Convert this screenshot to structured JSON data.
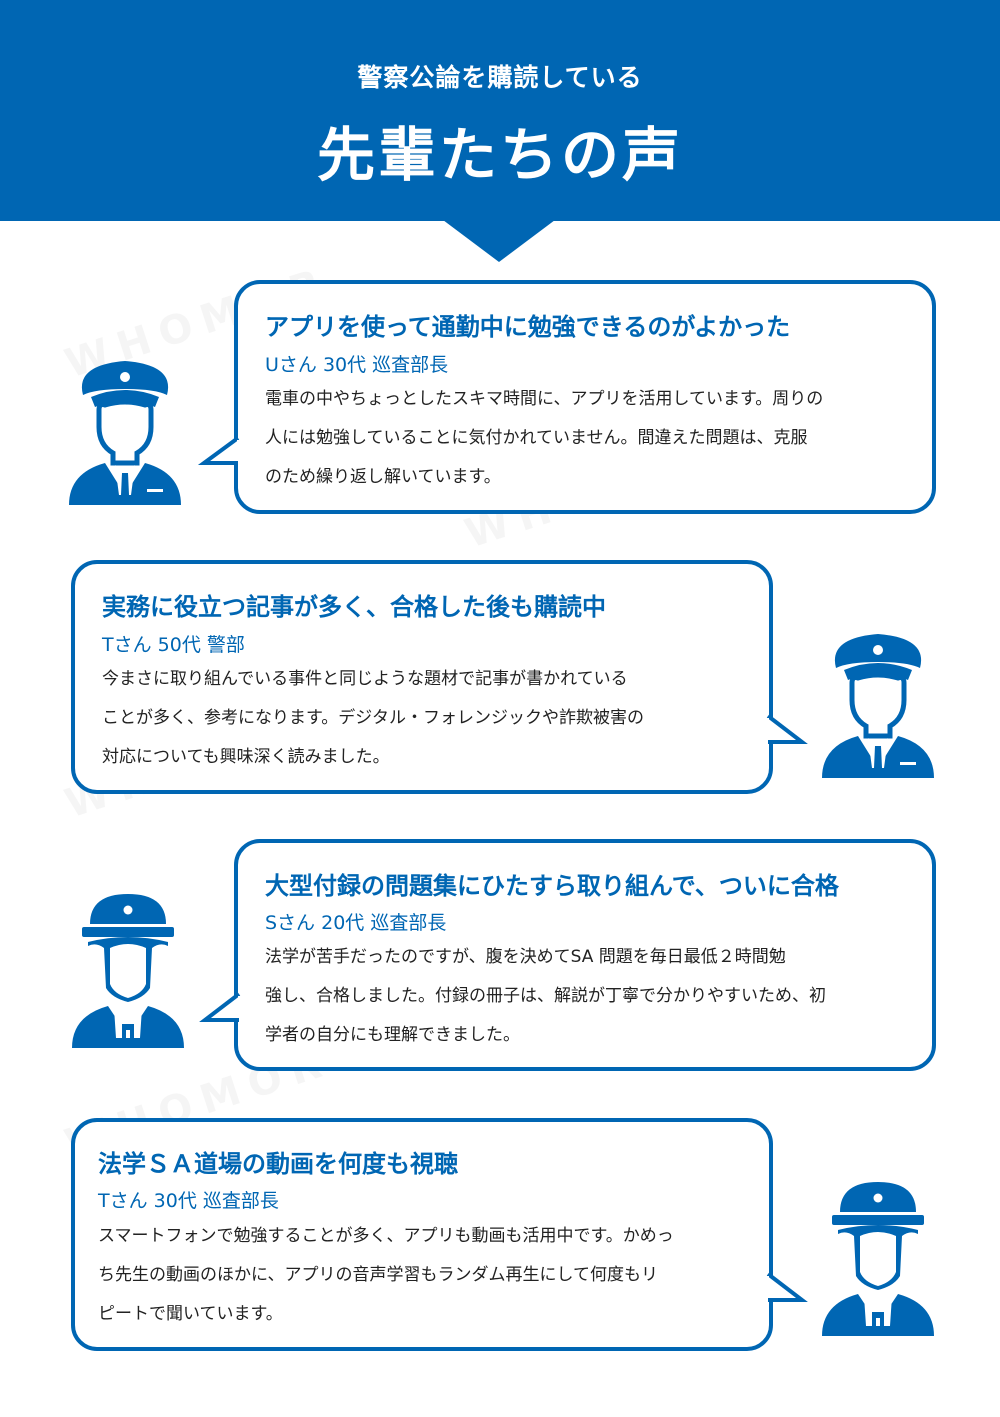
{
  "header": {
    "subtitle": "警察公論を購読している",
    "title": "先輩たちの声",
    "bg_color": "#0066b3"
  },
  "watermark_text": "WHOMOR",
  "testimonials": [
    {
      "title": "アプリを使って通勤中に勉強できるのがよかった",
      "person": "Uさん 30代 巡査部長",
      "body_lines": [
        "電車の中やちょっとしたスキマ時間に、アプリを活用しています。周りの",
        "人には勉強していることに気付かれていません。間違えた問題は、克服",
        "のため繰り返し解いています。"
      ],
      "avatar": "male-police-officer-icon",
      "avatar_side": "left"
    },
    {
      "title": "実務に役立つ記事が多く、合格した後も購読中",
      "person": "Tさん 50代 警部",
      "body_lines": [
        "今まさに取り組んでいる事件と同じような題材で記事が書かれている",
        "ことが多く、参考になります。デジタル・フォレンジックや詐欺被害の",
        "対応についても興味深く読みました。"
      ],
      "avatar": "male-police-officer-icon",
      "avatar_side": "right"
    },
    {
      "title": "大型付録の問題集にひたすら取り組んで、ついに合格",
      "person": "Sさん 20代 巡査部長",
      "body_lines": [
        "法学が苦手だったのですが、腹を決めてSA 問題を毎日最低２時間勉",
        "強し、合格しました。付録の冊子は、解説が丁寧で分かりやすいため、初",
        "学者の自分にも理解できました。"
      ],
      "avatar": "female-police-officer-icon",
      "avatar_side": "left"
    },
    {
      "title": "法学ＳＡ道場の動画を何度も視聴",
      "person": "Tさん 30代 巡査部長",
      "body_lines": [
        "スマートフォンで勉強することが多く、アプリも動画も活用中です。かめっ",
        "ち先生の動画のほかに、アプリの音声学習もランダム再生にして何度もリ",
        "ピートで聞いています。"
      ],
      "avatar": "female-police-officer-icon",
      "avatar_side": "right"
    }
  ]
}
